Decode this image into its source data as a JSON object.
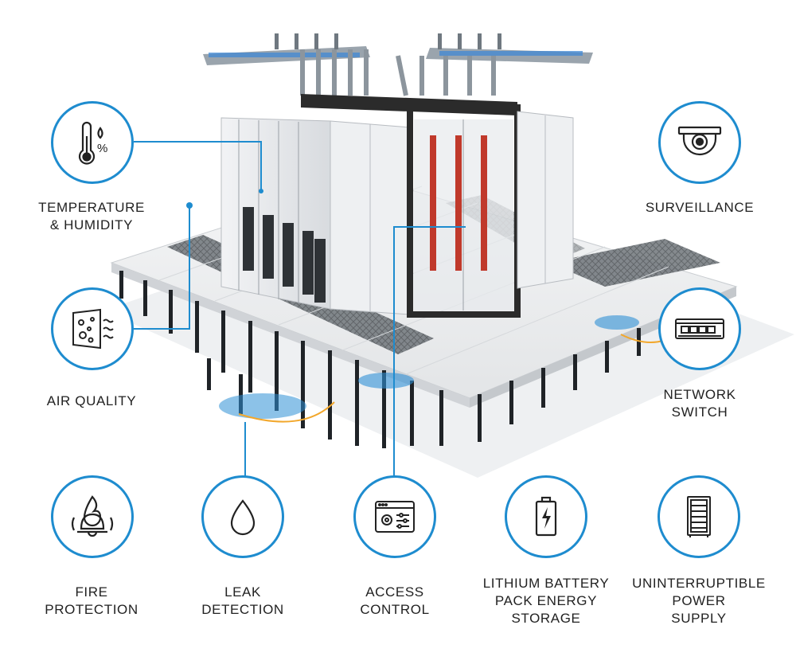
{
  "features": {
    "temperature": {
      "icon": "thermometer-humidity-icon",
      "lines": [
        "TEMPERATURE",
        "& HUMIDITY"
      ]
    },
    "air_quality": {
      "icon": "air-quality-icon",
      "lines": [
        "AIR QUALITY"
      ]
    },
    "fire": {
      "icon": "fire-alarm-icon",
      "lines": [
        "FIRE",
        "PROTECTION"
      ]
    },
    "leak": {
      "icon": "water-drop-icon",
      "lines": [
        "LEAK",
        "DETECTION"
      ]
    },
    "access": {
      "icon": "access-control-icon",
      "lines": [
        "ACCESS",
        "CONTROL"
      ]
    },
    "battery": {
      "icon": "battery-icon",
      "lines": [
        "LITHIUM BATTERY",
        "PACK ENERGY",
        "STORAGE"
      ]
    },
    "ups": {
      "icon": "server-rack-icon",
      "lines": [
        "UNINTERRUPTIBLE",
        "POWER",
        "SUPPLY"
      ]
    },
    "surveillance": {
      "icon": "security-camera-icon",
      "lines": [
        "SURVEILLANCE"
      ]
    },
    "network": {
      "icon": "network-switch-icon",
      "lines": [
        "NETWORK",
        "SWITCH"
      ]
    }
  },
  "colors": {
    "accent": "#1e8ccf",
    "text": "#222222",
    "rack": "#e9ecef",
    "frame": "#2b2b2b",
    "hotaisle": "#c0392b"
  }
}
